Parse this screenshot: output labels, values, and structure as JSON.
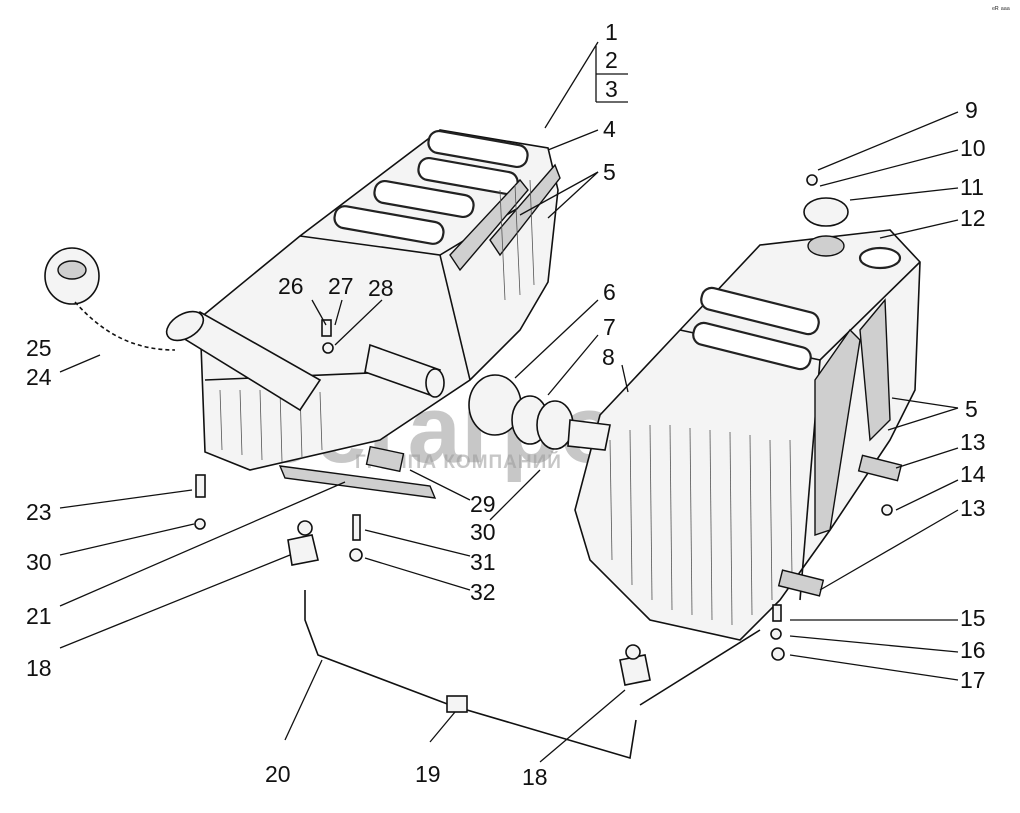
{
  "watermark": {
    "brand": "бегагро",
    "subtitle": "ГРУППА КОМПАНИЙ"
  },
  "corner_mark": "ᵉᴿ ᵃᵃᵃ",
  "callouts": {
    "c1": "1",
    "c2": "2",
    "c3": "3",
    "c4": "4",
    "c5_top": "5",
    "c6": "6",
    "c7": "7",
    "c8": "8",
    "c9": "9",
    "c10": "10",
    "c11": "11",
    "c12": "12",
    "c13_top": "13",
    "c14": "14",
    "c5_right": "5",
    "c13_mid": "13",
    "c15": "15",
    "c16": "16",
    "c17": "17",
    "c18_left": "18",
    "c18_bottom": "18",
    "c19": "19",
    "c20": "20",
    "c21": "21",
    "c23": "23",
    "c24": "24",
    "c25": "25",
    "c26": "26",
    "c27": "27",
    "c28": "28",
    "c29": "29",
    "c30_left": "30",
    "c30_mid": "30",
    "c31": "31",
    "c32": "32"
  }
}
